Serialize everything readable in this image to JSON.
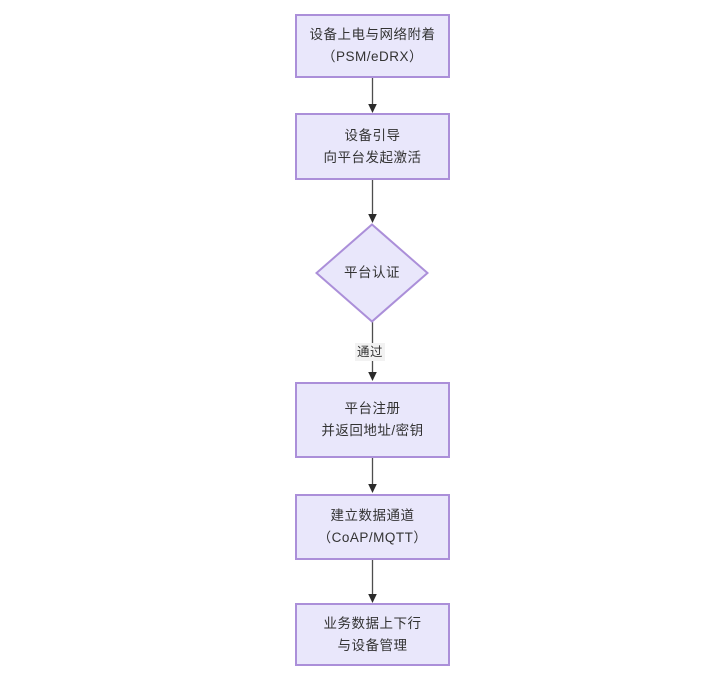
{
  "diagram": {
    "type": "flowchart",
    "orientation": "top-to-bottom",
    "background_color": "#ffffff",
    "node_fill_color": "#e9e7fb",
    "node_border_color": "#ab8fd9",
    "text_color": "#333333",
    "connector_color": "#4d4d4d",
    "nodes": [
      {
        "id": "n1",
        "shape": "rectangle",
        "line1": "设备上电与网络附着",
        "line2": "（PSM/eDRX）"
      },
      {
        "id": "n2",
        "shape": "rectangle",
        "line1": "设备引导",
        "line2": "向平台发起激活"
      },
      {
        "id": "n3",
        "shape": "diamond",
        "line1": "平台认证",
        "line2": ""
      },
      {
        "id": "n4",
        "shape": "rectangle",
        "line1": "平台注册",
        "line2": "并返回地址/密钥"
      },
      {
        "id": "n5",
        "shape": "rectangle",
        "line1": "建立数据通道",
        "line2": "（CoAP/MQTT）"
      },
      {
        "id": "n6",
        "shape": "rectangle",
        "line1": "业务数据上下行",
        "line2": "与设备管理"
      }
    ],
    "edges": [
      {
        "id": "e1",
        "from": "n1",
        "to": "n2",
        "label": ""
      },
      {
        "id": "e2",
        "from": "n2",
        "to": "n3",
        "label": ""
      },
      {
        "id": "e3",
        "from": "n3",
        "to": "n4",
        "label": "通过"
      },
      {
        "id": "e4",
        "from": "n4",
        "to": "n5",
        "label": ""
      },
      {
        "id": "e5",
        "from": "n5",
        "to": "n6",
        "label": ""
      }
    ]
  }
}
